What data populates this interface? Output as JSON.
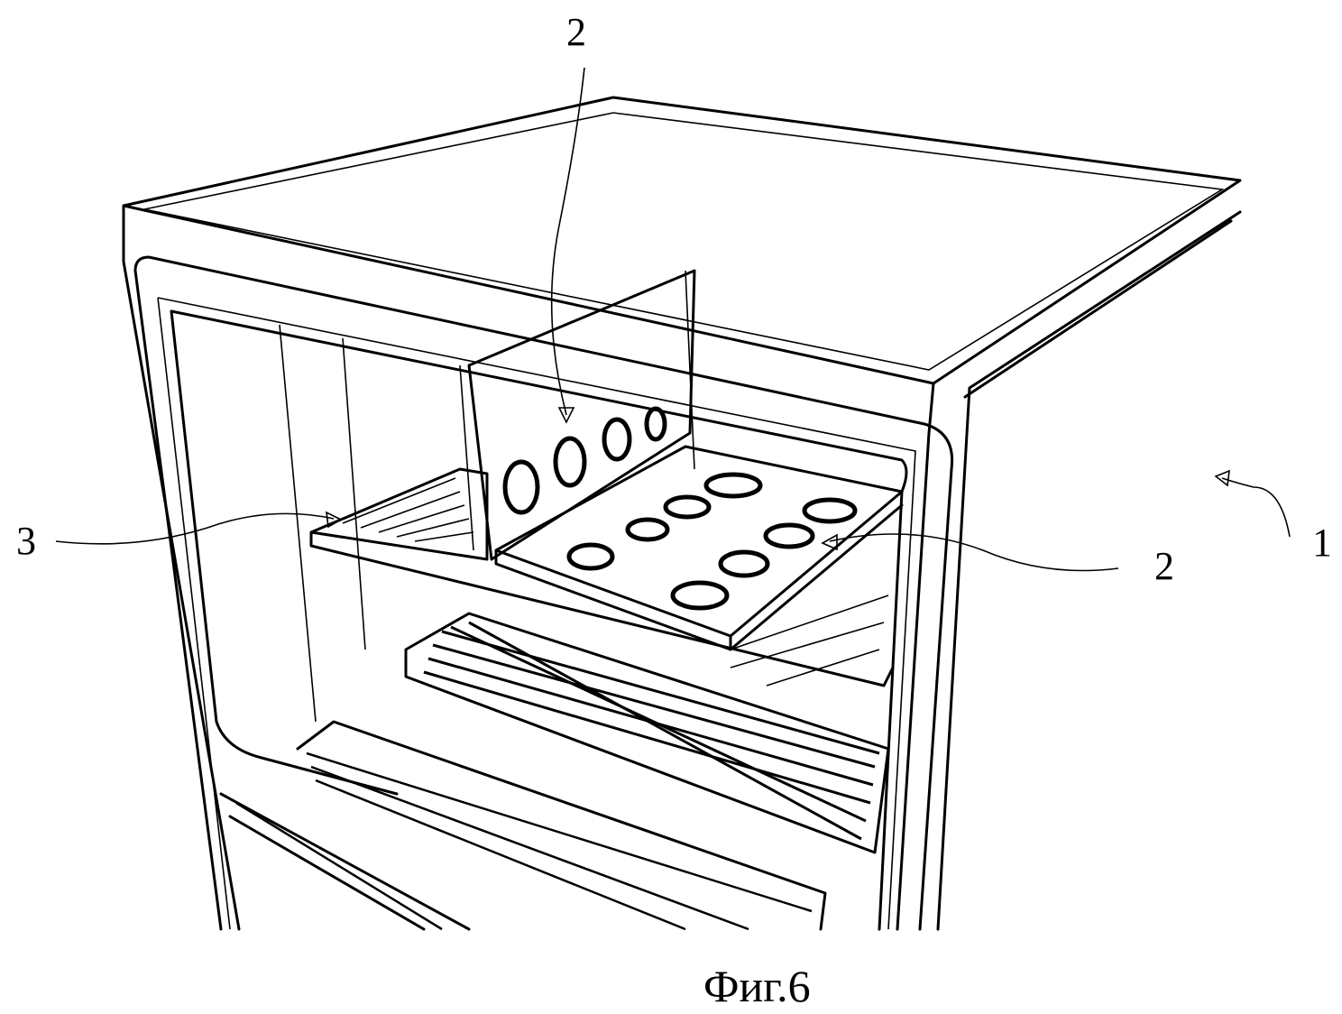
{
  "figure": {
    "caption": "Фиг.6",
    "labels": {
      "upper_panel_ref": "2",
      "shelf_ref": "3",
      "tray_ref": "2",
      "appliance_ref": "1"
    }
  }
}
